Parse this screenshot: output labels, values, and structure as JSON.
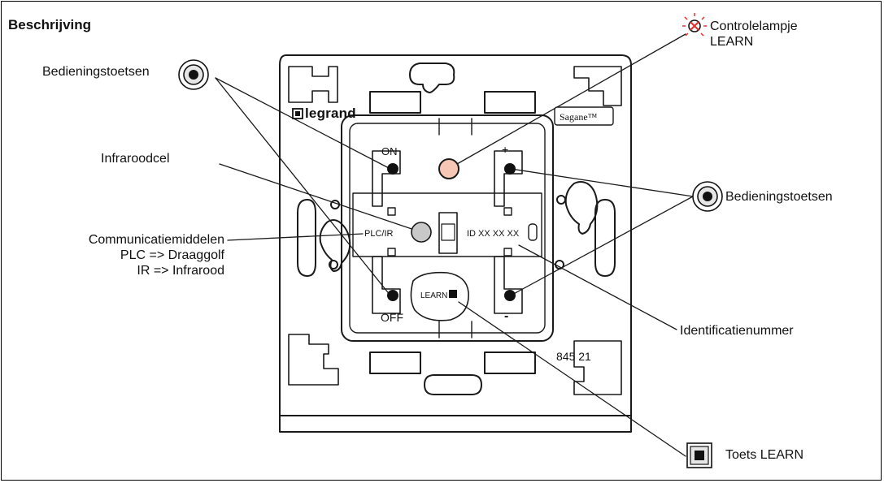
{
  "title": "Beschrijving",
  "labels": {
    "controlelampje_line1": "Controlelampje",
    "controlelampje_line2": "LEARN",
    "bedieningstoetsen_left": "Bedieningstoetsen",
    "bedieningstoetsen_right": "Bedieningstoetsen",
    "infraroodcel": "Infraroodcel",
    "communicatie_line1": "Communicatiemiddelen",
    "communicatie_line2": "PLC => Draaggolf",
    "communicatie_line3": "IR => Infrarood",
    "identificatienummer": "Identificatienummer",
    "toets_learn": "Toets LEARN"
  },
  "device": {
    "brand": "legrand",
    "series": "Sagane™",
    "on_label": "ON",
    "off_label": "OFF",
    "plus_label": "+",
    "minus_label": "-",
    "plc_ir_label": "PLC/IR",
    "id_label": "ID XX XX XX",
    "learn_label": "LEARN",
    "ref_number": "845 21"
  },
  "colors": {
    "stroke": "#1a1a1a",
    "led_fill": "#f6c8b4",
    "ir_cell_fill": "#c8c8c8",
    "warning_red": "#e8302a"
  }
}
